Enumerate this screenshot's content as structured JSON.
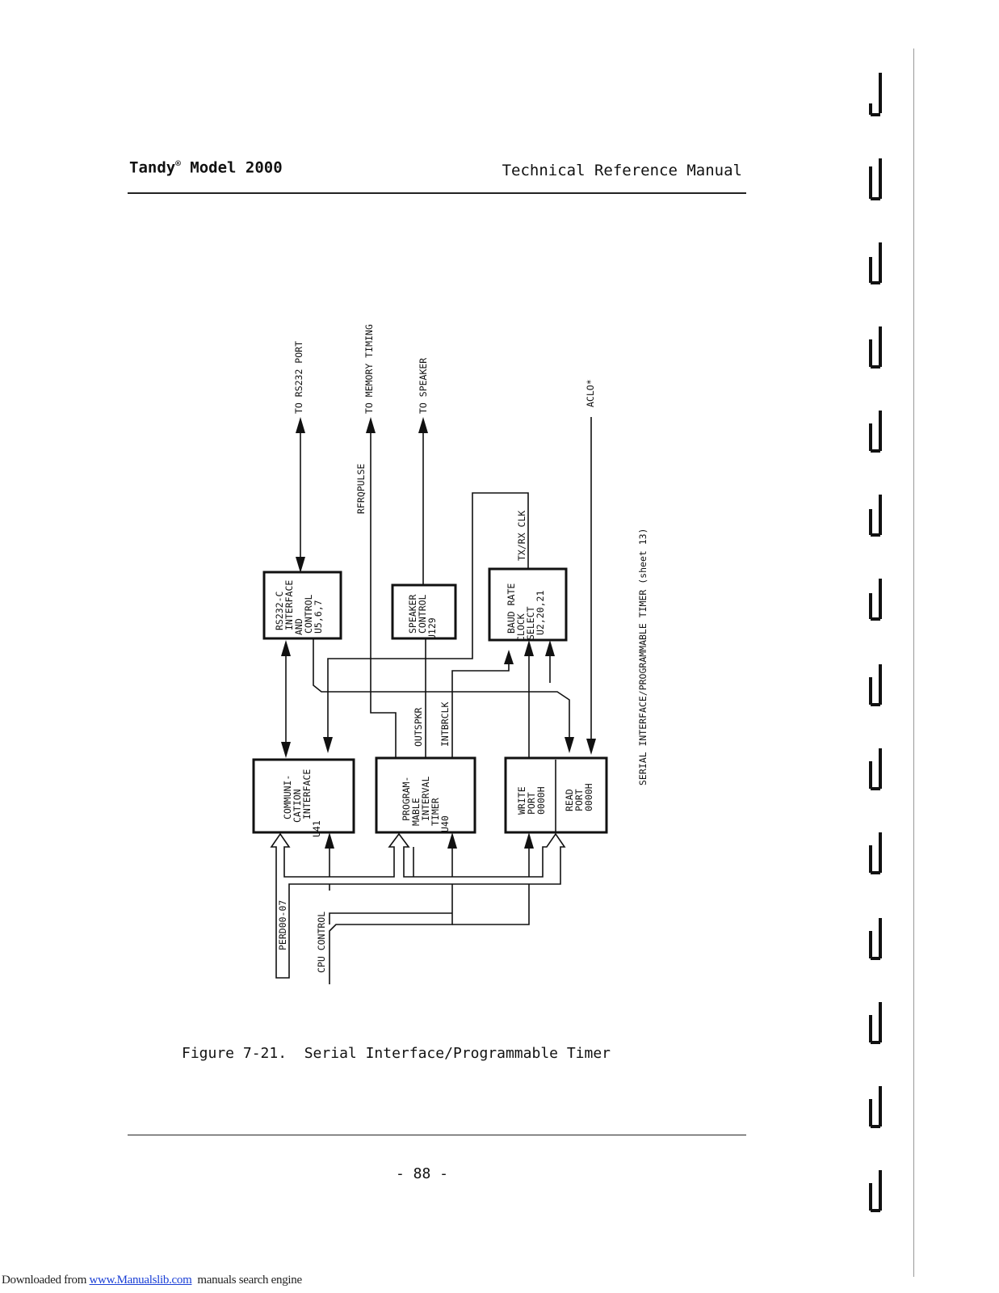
{
  "header": {
    "left_brand": "Tandy",
    "left_reg": "®",
    "left_model": " Model 2000",
    "right": "Technical Reference Manual"
  },
  "diagram": {
    "title_side": "SERIAL INTERFACE/PROGRAMMABLE TIMER (sheet 13)",
    "blocks": {
      "rs232": [
        "RS232-C",
        "INTERFACE",
        "AND",
        "CONTROL",
        "U5,6,7"
      ],
      "speaker": [
        "SPEAKER",
        "CONTROL",
        "U129"
      ],
      "baud": [
        "BAUD RATE",
        "CLOCK",
        "SELECT",
        "U2,20,21"
      ],
      "comm": [
        "COMMUNI-",
        "CATION",
        "INTERFACE",
        "U41"
      ],
      "pit": [
        "PROGRAM-",
        "MABLE",
        "INTERVAL",
        "TIMER",
        "U40"
      ],
      "write": [
        "WRITE",
        "PORT",
        "0000H"
      ],
      "read": [
        "READ",
        "PORT",
        "0000H"
      ]
    },
    "signals": {
      "to_rs232": "TO RS232 PORT",
      "to_mem": "TO MEMORY TIMING",
      "rfrq": "RFRQPULSE",
      "to_spk": "TO SPEAKER",
      "aclo": "ACLO*",
      "txrx": "TX/RX CLK",
      "outspkr": "OUTSPKR",
      "intbrclk": "INTBRCLK",
      "perd": "PERD00-07",
      "cpu": "CPU CONTROL"
    }
  },
  "caption": "Figure 7-21.  Serial Interface/Programmable Timer",
  "page_number": "- 88 -",
  "footer": {
    "prefix": "Downloaded from ",
    "link": "www.Manualslib.com",
    "suffix": "  manuals search engine"
  }
}
